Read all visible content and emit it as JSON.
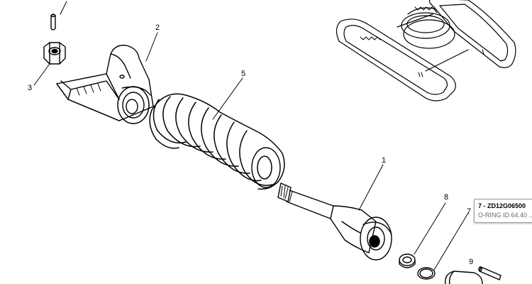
{
  "callouts": {
    "c1": "1",
    "c2": "2",
    "c3": "3",
    "c5": "5",
    "c7": "7",
    "c8": "8",
    "c9": "9"
  },
  "tooltip": {
    "title": "7 - ZD12G06500",
    "description": "O-RING ID 64.40 ..."
  }
}
